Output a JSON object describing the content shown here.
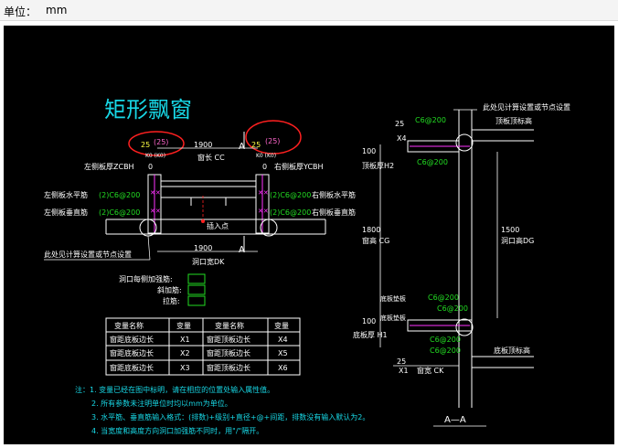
{
  "header": {
    "unit_label": "单位：",
    "unit_value": "mm"
  },
  "colors": {
    "canvas": "#000000",
    "title": "#18d8e6",
    "line": "#ffffff",
    "green": "#22dd22",
    "yellow": "#ffff44",
    "magenta": "#ff33ff",
    "red": "#ff2020",
    "cyan": "#18d8e6",
    "pink": "#ff66cc"
  },
  "plan": {
    "title": "矩形飘窗",
    "left_k": "25",
    "left_k_paren": "(25)",
    "left_k_sub": "K0 (K0)",
    "right_k": "25",
    "right_k_paren": "(25)",
    "right_k_sub": "K0 (K0)",
    "section_mark_top": "A",
    "section_mark_bottom": "A",
    "window_dim": "1900",
    "window_label": "窗长 CC",
    "left_thick_label": "左侧板厚ZCBH",
    "left_thick_val": "0",
    "right_thick_label": "右侧板厚YCBH",
    "right_thick_val": "0",
    "left_h_rebar_label": "左侧板水平筋",
    "left_h_rebar_val": "(2)C6@200",
    "left_v_rebar_label": "左侧板垂直筋",
    "left_v_rebar_val": "(2)C6@200",
    "right_h_rebar_val": "(2)C6@200",
    "right_h_rebar_label": "右侧板水平筋",
    "right_v_rebar_val": "(2)C6@200",
    "right_v_rebar_label": "右侧板垂直筋",
    "insert_point": "插入点",
    "node_note": "此处见计算设置或节点设置",
    "opening_dim": "1900",
    "opening_label": "洞口宽DK",
    "reinf_label_1": "洞口每侧加强筋:",
    "reinf_label_2": "斜加筋:",
    "reinf_label_3": "拉筋:"
  },
  "var_table": {
    "headers": [
      "变量名称",
      "变量",
      "变量名称",
      "变量"
    ],
    "rows": [
      [
        "窗距底板边长",
        "X1",
        "窗距顶板边长",
        "X4"
      ],
      [
        "窗距底板边长",
        "X2",
        "窗距顶板边长",
        "X5"
      ],
      [
        "窗距底板边长",
        "X3",
        "窗距顶板边长",
        "X6"
      ]
    ]
  },
  "section": {
    "top_node_note": "此处见计算设置或节点设置",
    "top_plate_label": "顶板顶标高",
    "dim_25_top": "25",
    "x4": "X4",
    "rebar_top_1": "C6@200",
    "rebar_top_2": "C6@200",
    "top_thick_val": "100",
    "top_thick_label": "顶板厚H2",
    "window_h_val": "1800",
    "window_h_label": "窗高 CG",
    "opening_h_val": "1500",
    "opening_h_label": "洞口高DG",
    "small_label_1": "底板垫板",
    "small_label_2": "底板垫板",
    "rebar_bot_1": "C6@200",
    "rebar_bot_2": "C6@200",
    "rebar_bot_3": "C6@200",
    "rebar_bot_4": "C6@200",
    "bot_thick_val": "100",
    "bot_thick_label": "底板厚 H1",
    "bot_plate_label": "底板顶标高",
    "dim_25_bot": "25",
    "x1": "X1",
    "window_width_label": "窗宽 CK",
    "section_name": "A—A"
  },
  "notes": [
    "注：1. 变量已经在图中标明，请在相应的位置处输入属性值。",
    "2. 所有参数未注明单位时均以mm为单位。",
    "3. 水平筋、垂直筋输入格式：(排数)+级别+直径+@+间距，排数没有输入默认为2。",
    "4. 当宽度和高度方向洞口加强筋不同时，用\"/\"隔开。"
  ]
}
